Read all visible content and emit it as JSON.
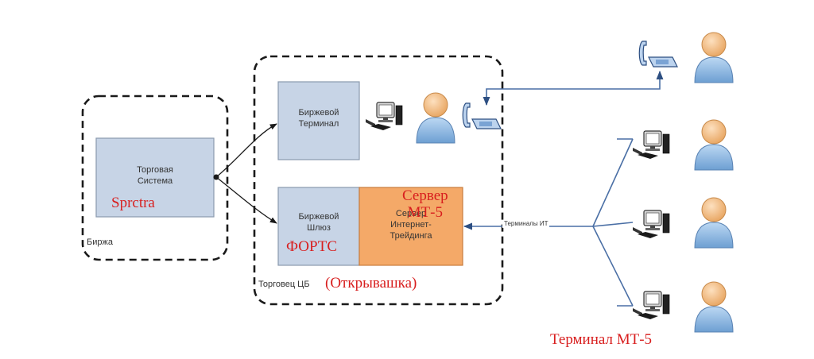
{
  "exchange": {
    "title": "Биржа",
    "box_label": "Торговая\nСистема",
    "annotation": "Sprctra"
  },
  "broker": {
    "title": "Торговец ЦБ",
    "title_annotation": "(Открывашка)",
    "terminal_label": "Биржевой\nТерминал",
    "gateway_label": "Биржевой\nШлюз",
    "gateway_annotation": "ФОРТС",
    "server_label": "Сервер\nИнтернет-\nТрейдинга",
    "server_annotation": "Сервер\nМТ-5"
  },
  "link_label": "Терминалы ИТ",
  "clients_annotation": "Терминал МТ-5",
  "colors": {
    "box_fill": "#c7d4e6",
    "box_border": "#8a9aae",
    "server_fill": "#f4a968",
    "server_border": "#c87c3c",
    "line": "#4a6fa5",
    "annotation": "#d81e1e"
  },
  "icons": [
    "computer-icon",
    "user-icon",
    "phone-icon"
  ]
}
